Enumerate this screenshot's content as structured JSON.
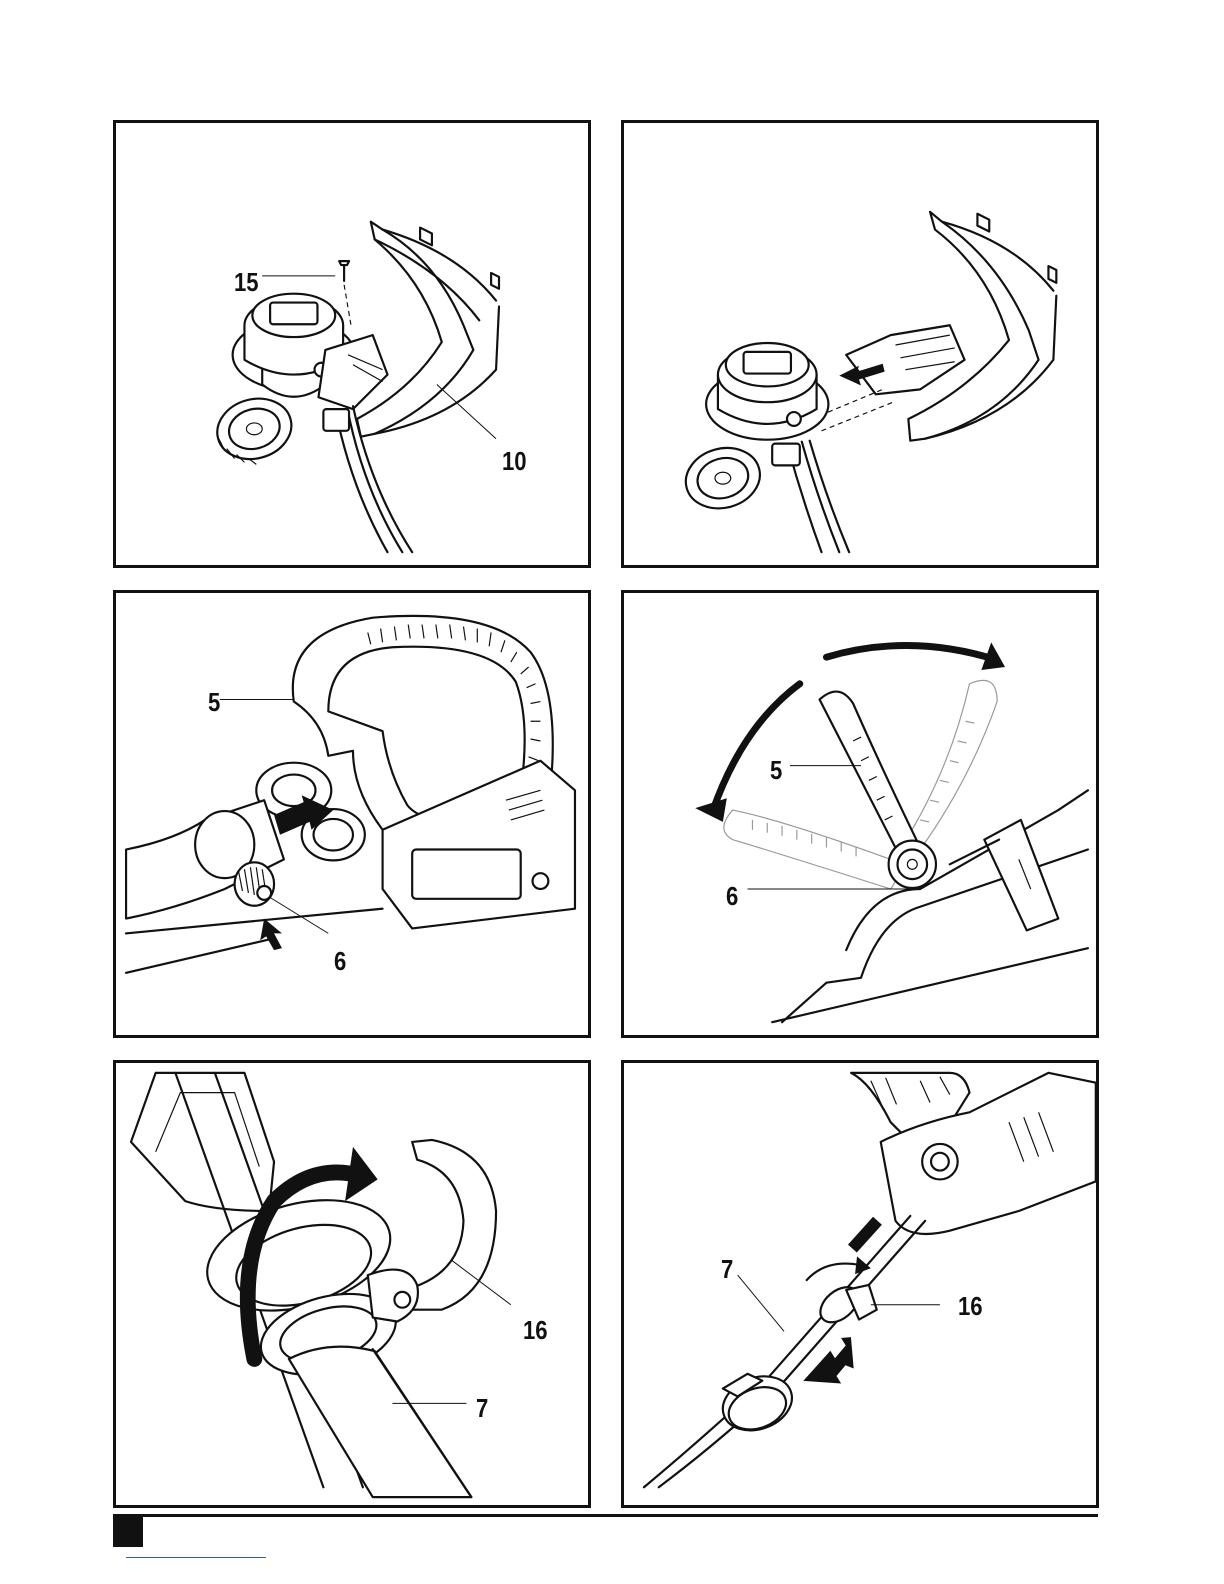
{
  "figures": [
    {
      "id": "fig-1",
      "labels": [
        "15",
        "10"
      ]
    },
    {
      "id": "fig-2",
      "labels": []
    },
    {
      "id": "fig-3",
      "labels": [
        "5",
        "6"
      ]
    },
    {
      "id": "fig-4",
      "labels": [
        "5",
        "6"
      ]
    },
    {
      "id": "fig-5",
      "labels": [
        "16",
        "7"
      ]
    },
    {
      "id": "fig-6",
      "labels": [
        "7",
        "16"
      ]
    }
  ]
}
